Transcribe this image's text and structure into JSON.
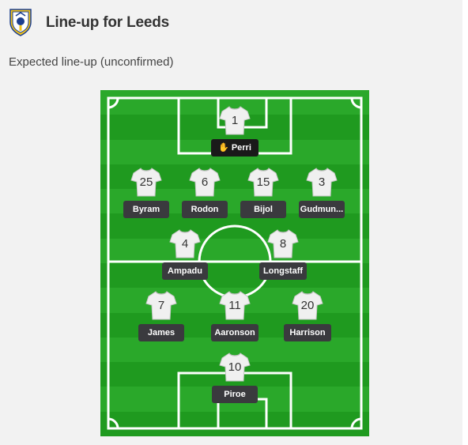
{
  "header": {
    "title": "Line-up for Leeds",
    "crest_icon": "leeds-crest-icon"
  },
  "subtitle": "Expected line-up (unconfirmed)",
  "colors": {
    "pitch_light": "#2aa82a",
    "pitch_dark": "#1f9a1f",
    "shirt": "#f0f0f0",
    "name_bg": "#3a3a3e"
  },
  "players": [
    {
      "number": "1",
      "name": "Perri",
      "role": "goalkeeper",
      "icon": "goalkeeper-glove-icon"
    },
    {
      "number": "25",
      "name": "Byram",
      "role": "defender"
    },
    {
      "number": "6",
      "name": "Rodon",
      "role": "defender"
    },
    {
      "number": "15",
      "name": "Bijol",
      "role": "defender"
    },
    {
      "number": "3",
      "name": "Gudmun...",
      "role": "defender"
    },
    {
      "number": "4",
      "name": "Ampadu",
      "role": "midfielder"
    },
    {
      "number": "8",
      "name": "Longstaff",
      "role": "midfielder"
    },
    {
      "number": "7",
      "name": "James",
      "role": "attacking-midfielder"
    },
    {
      "number": "11",
      "name": "Aaronson",
      "role": "attacking-midfielder"
    },
    {
      "number": "20",
      "name": "Harrison",
      "role": "attacking-midfielder"
    },
    {
      "number": "10",
      "name": "Piroe",
      "role": "forward"
    }
  ]
}
